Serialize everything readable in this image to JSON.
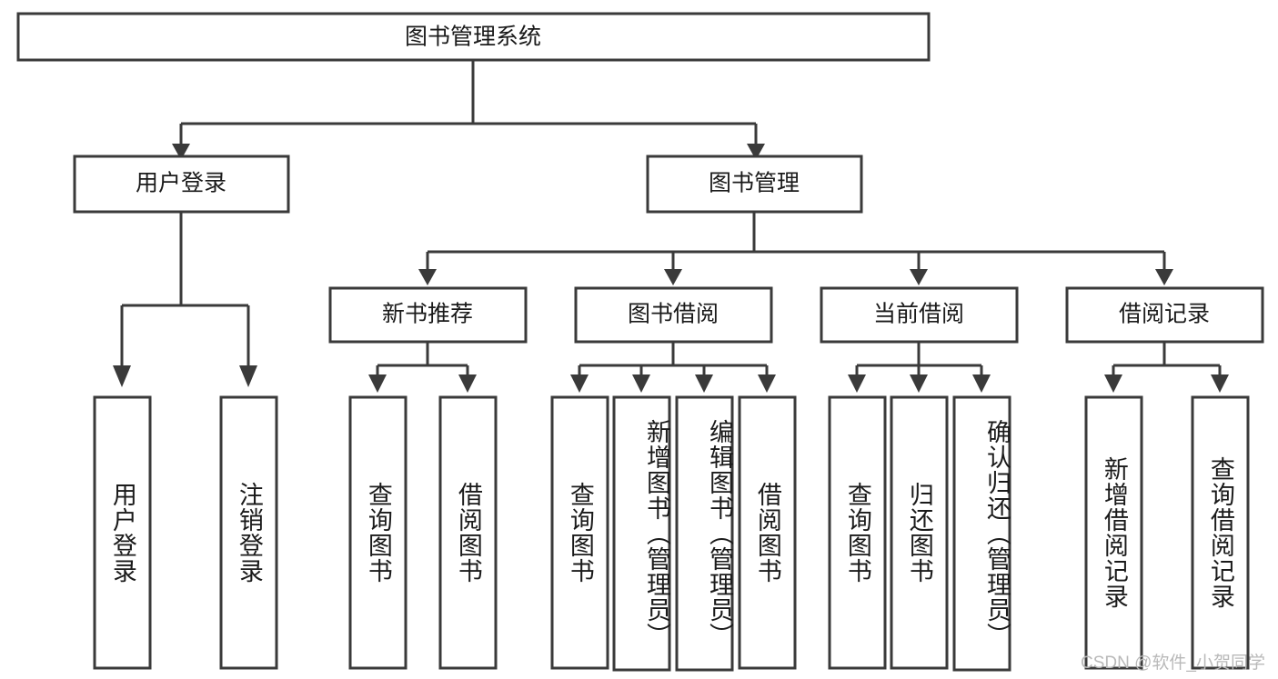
{
  "diagram": {
    "title": "图书管理系统",
    "type": "tree-hierarchy",
    "root": {
      "id": "root",
      "label": "图书管理系统"
    },
    "level2": [
      {
        "id": "user-login",
        "label": "用户登录"
      },
      {
        "id": "book-management",
        "label": "图书管理"
      }
    ],
    "level3": [
      {
        "id": "new-book-recommend",
        "label": "新书推荐",
        "parent": "book-management"
      },
      {
        "id": "book-borrow",
        "label": "图书借阅",
        "parent": "book-management"
      },
      {
        "id": "current-borrow",
        "label": "当前借阅",
        "parent": "book-management"
      },
      {
        "id": "borrow-record",
        "label": "借阅记录",
        "parent": "book-management"
      }
    ],
    "leaves": [
      {
        "id": "leaf-user-login",
        "label": "用户登录",
        "parent": "user-login"
      },
      {
        "id": "leaf-user-logout",
        "label": "注销登录",
        "parent": "user-login"
      },
      {
        "id": "leaf-query-book-1",
        "label": "查询图书",
        "parent": "new-book-recommend"
      },
      {
        "id": "leaf-borrow-book-1",
        "label": "借阅图书",
        "parent": "new-book-recommend"
      },
      {
        "id": "leaf-query-book-2",
        "label": "查询图书",
        "parent": "book-borrow"
      },
      {
        "id": "leaf-add-book",
        "label": "新增图书（管理员）",
        "parent": "book-borrow"
      },
      {
        "id": "leaf-edit-book",
        "label": "编辑图书（管理员）",
        "parent": "book-borrow"
      },
      {
        "id": "leaf-borrow-book-2",
        "label": "借阅图书",
        "parent": "book-borrow"
      },
      {
        "id": "leaf-query-book-3",
        "label": "查询图书",
        "parent": "current-borrow"
      },
      {
        "id": "leaf-return-book",
        "label": "归还图书",
        "parent": "current-borrow"
      },
      {
        "id": "leaf-confirm-return",
        "label": "确认归还（管理员）",
        "parent": "current-borrow"
      },
      {
        "id": "leaf-add-record",
        "label": "新增借阅记录",
        "parent": "borrow-record"
      },
      {
        "id": "leaf-query-record",
        "label": "查询借阅记录",
        "parent": "borrow-record"
      }
    ],
    "colors": {
      "stroke": "#3a3a3a",
      "fill": "#ffffff",
      "text": "#1a1a1a",
      "watermark": "#b9b9b9"
    }
  },
  "watermark": {
    "text": "CSDN @软件_小贺同学"
  }
}
